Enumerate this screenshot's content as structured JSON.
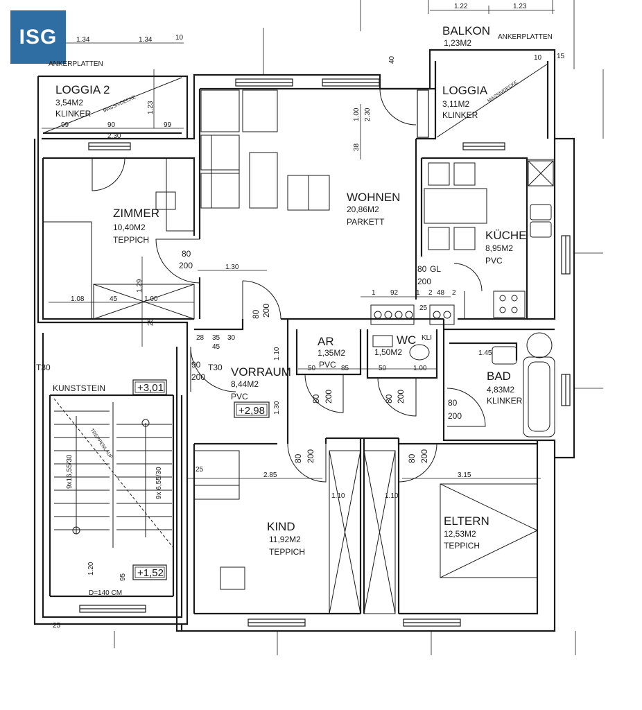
{
  "logo": {
    "text": "ISG",
    "color": "#2f6ea3"
  },
  "rooms": {
    "loggia2": {
      "name": "LOGGIA 2",
      "area": "3,54M2",
      "floor": "KLINKER"
    },
    "balkon": {
      "name": "BALKON",
      "area": "1,23M2"
    },
    "loggia": {
      "name": "LOGGIA",
      "area": "3,11M2",
      "floor": "KLINKER"
    },
    "zimmer": {
      "name": "ZIMMER",
      "area": "10,40M2",
      "floor": "TEPPICH"
    },
    "wohnen": {
      "name": "WOHNEN",
      "area": "20,86M2",
      "floor": "PARKETT"
    },
    "kuche": {
      "name": "KÜCHE",
      "area": "8,95M2",
      "floor": "PVC"
    },
    "ar": {
      "name": "AR",
      "area": "1,35M2",
      "floor": "PVC"
    },
    "wc": {
      "name": "WC",
      "area": "1,50M2"
    },
    "bad": {
      "name": "BAD",
      "area": "4,83M2",
      "floor": "KLINKER"
    },
    "vorraum": {
      "name": "VORRAUM",
      "area": "8,44M2",
      "floor": "PVC"
    },
    "kind": {
      "name": "KIND",
      "area": "11,92M2",
      "floor": "TEPPICH"
    },
    "eltern": {
      "name": "ELTERN",
      "area": "12,53M2",
      "floor": "TEPPICH"
    }
  },
  "levels": {
    "stair_upper": "+3,01",
    "vorraum": "+2,98",
    "stair_lower": "+1,52"
  },
  "notes": {
    "ankerplatten_left": "ANKERPLATTEN",
    "ankerplatten_right": "ANKERPLATTEN",
    "massivdecke_left": "MASSIVDECKE",
    "massivdecke_right": "MASSIVDECKE",
    "kunststein": "KUNSTSTEIN",
    "t30_left": "T30",
    "t30_door": "T30",
    "kli": "KLI",
    "gl": "GL",
    "stair_width": "D=140 CM",
    "stair_upper": "9x16,55/30",
    "stair_lower": "9x 6,55/30",
    "treppenlauf": "TREPPENLAUF"
  },
  "dims": {
    "d122": "1.22",
    "d123": "1.23",
    "d134a": "1.34",
    "d134b": "1.34",
    "d10a": "10",
    "d40": "40",
    "d15": "15",
    "d10b": "10",
    "d99a": "99",
    "d90": "90",
    "d99b": "99",
    "d230a": "2.30",
    "d123b": "1.23",
    "d100": "1.00",
    "d230b": "2.30",
    "d38": "38",
    "d80a": "80",
    "d200a": "200",
    "d130": "1.30",
    "d108": "1.08",
    "d45a": "45",
    "d100b": "1.00",
    "d129": "1.29",
    "d80gl": "80",
    "d200b": "200",
    "d80g2": "80",
    "d200c": "200",
    "d1a": "1",
    "d92": "92",
    "d1b": "1",
    "d2a": "2",
    "d48": "48",
    "d2b": "2",
    "d25": "25",
    "d25b": "25",
    "d28": "28",
    "d35": "35",
    "d30": "30",
    "d45b": "45",
    "d90t": "90",
    "d200t": "200",
    "d110": "1.10",
    "d130b": "1.30",
    "d50a": "50",
    "d85": "85",
    "d50b": "50",
    "d100c": "1.00",
    "d145": "1.45",
    "d80lu": "80",
    "d200lu": "200",
    "d80wc": "80",
    "d200wc": "200",
    "d80bad": "80",
    "d200bad": "200",
    "d285": "2.85",
    "d315": "3.15",
    "d80k": "80",
    "d200k": "200",
    "d80e": "80",
    "d200e": "200",
    "d110b": "1.10",
    "d110c": "1.10",
    "d25c": "25",
    "d120": "1.20",
    "d95": "95",
    "d25d": "25"
  }
}
